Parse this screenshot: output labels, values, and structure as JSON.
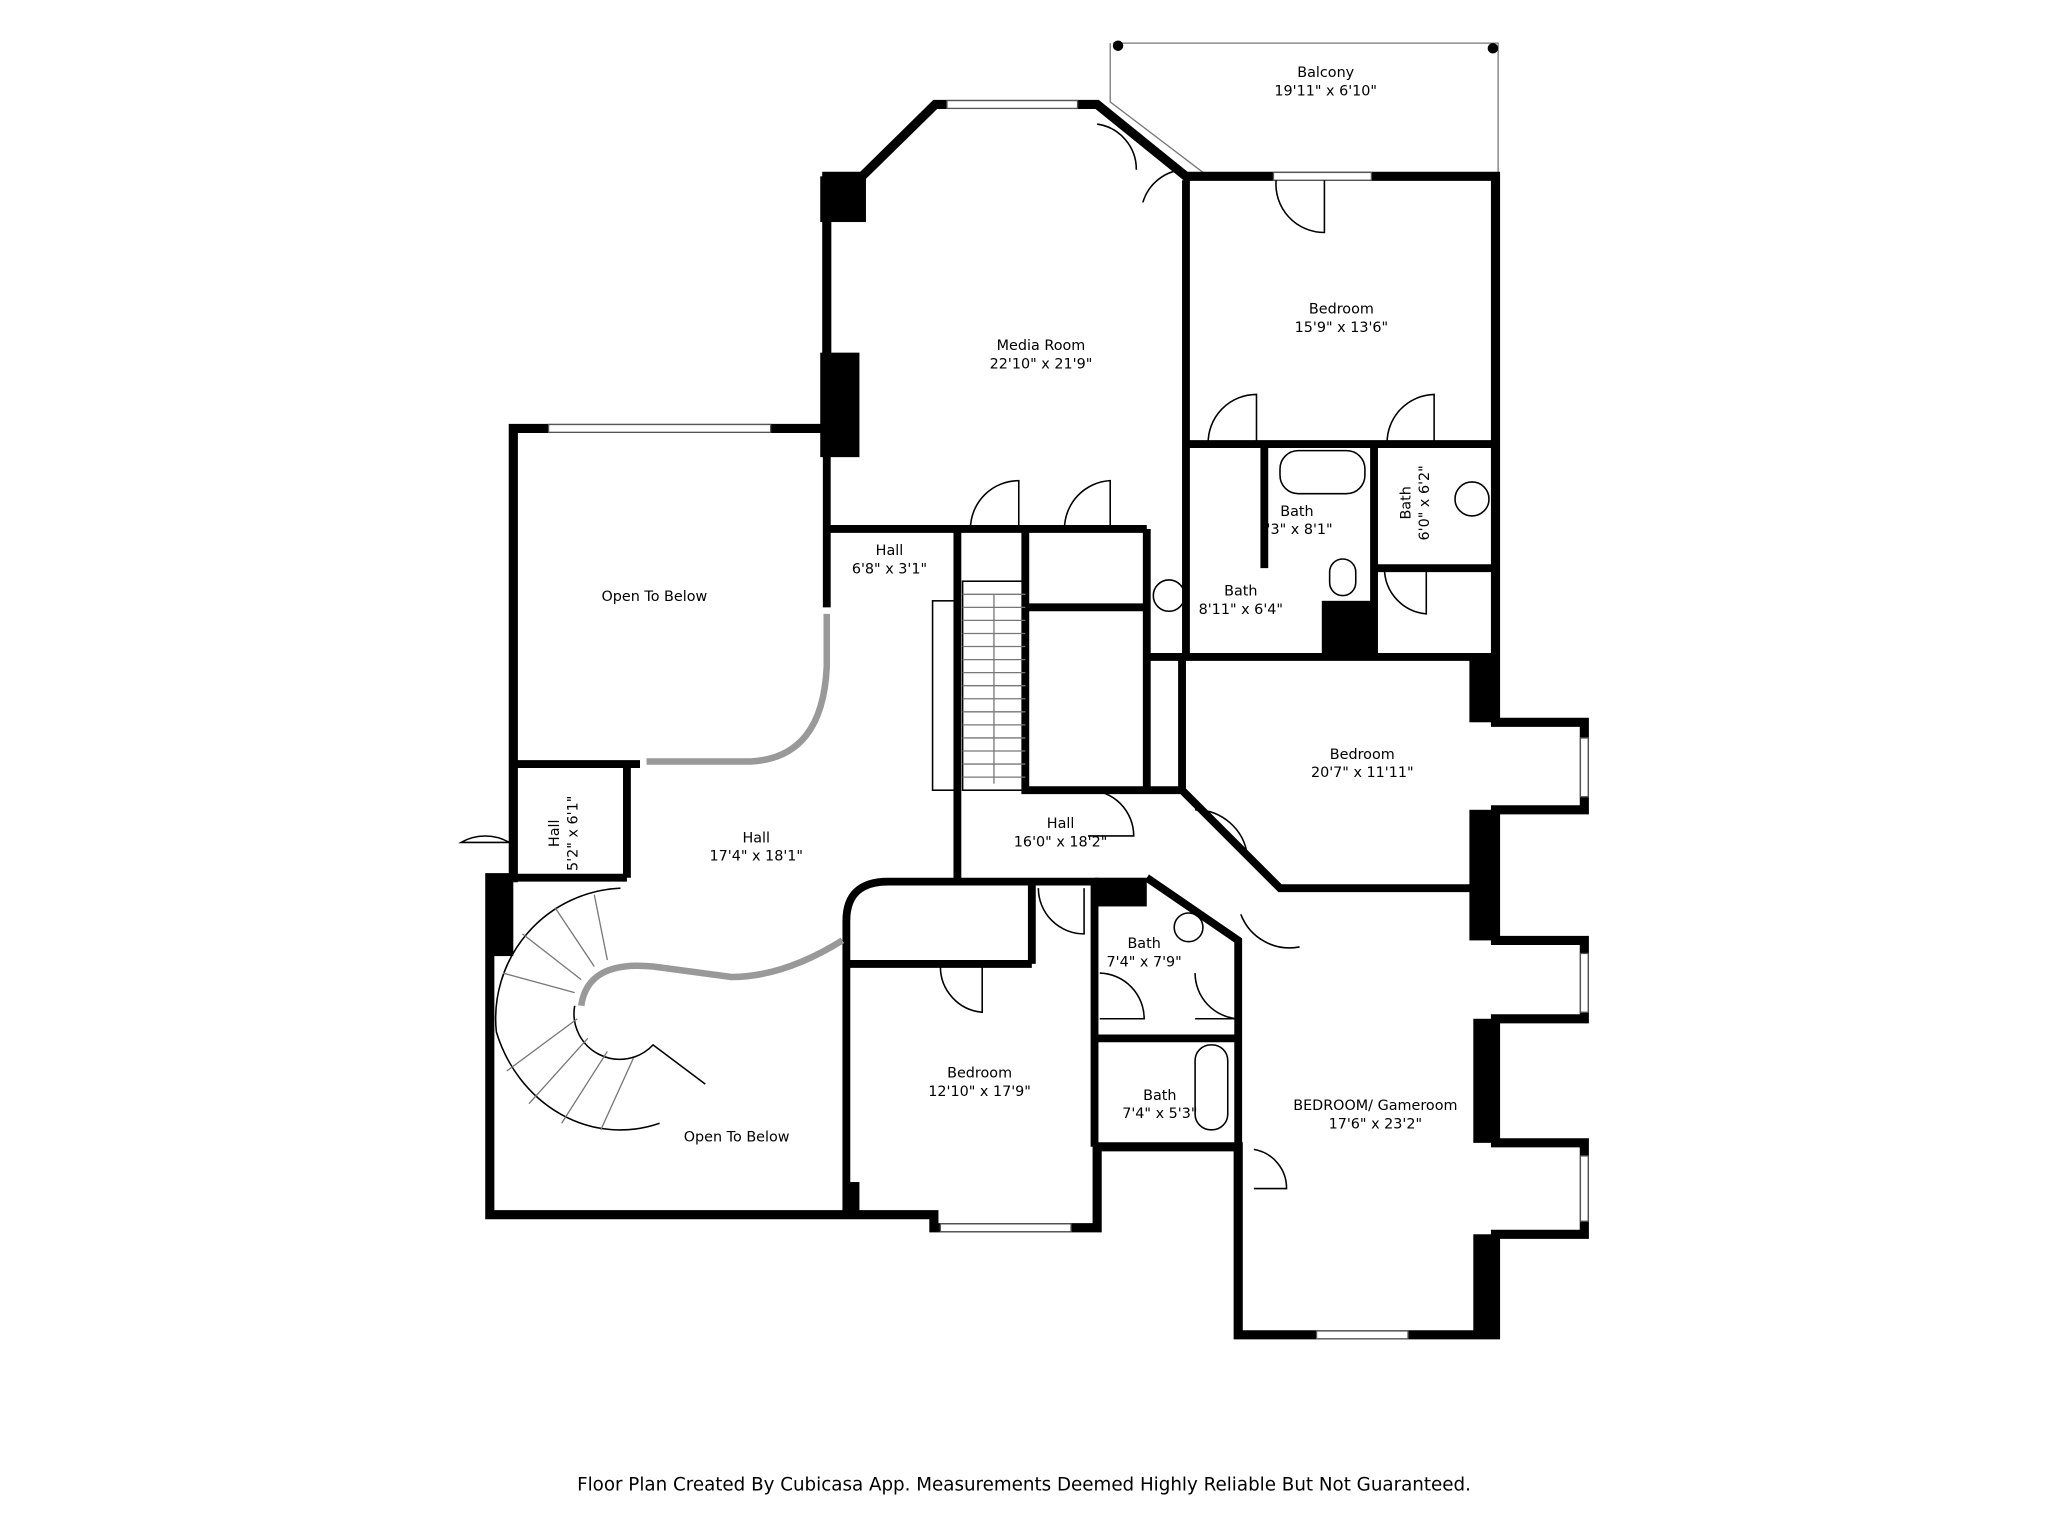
{
  "rooms": {
    "balcony": {
      "name": "Balcony",
      "size": "19'11\" x 6'10\""
    },
    "media_room": {
      "name": "Media Room",
      "size": "22'10\" x 21'9\""
    },
    "bedroom_ne": {
      "name": "Bedroom",
      "size": "15'9\" x 13'6\""
    },
    "bath_a": {
      "name": "Bath",
      "size": "'3\" x 8'1\""
    },
    "bath_b": {
      "name": "Bath",
      "size": "6'0\" x 6'2\""
    },
    "bath_c": {
      "name": "Bath",
      "size": "8'11\" x 6'4\""
    },
    "hall_small": {
      "name": "Hall",
      "size": "6'8\" x 3'1\""
    },
    "open_below_1": {
      "name": "Open To Below"
    },
    "bedroom_e": {
      "name": "Bedroom",
      "size": "20'7\" x 11'11\""
    },
    "hall_main": {
      "name": "Hall",
      "size": "17'4\" x 18'1\""
    },
    "hall_center": {
      "name": "Hall",
      "size": "16'0\" x 18'2\""
    },
    "hall_west": {
      "name": "Hall",
      "size": "5'2\" x 6'1\""
    },
    "bath_d": {
      "name": "Bath",
      "size": "7'4\" x 7'9\""
    },
    "bath_e": {
      "name": "Bath",
      "size": "7'4\" x 5'3\""
    },
    "bedroom_s": {
      "name": "Bedroom",
      "size": "12'10\" x 17'9\""
    },
    "gameroom": {
      "name": "BEDROOM/ Gameroom",
      "size": "17'6\" x 23'2\""
    },
    "open_below_2": {
      "name": "Open To Below"
    }
  },
  "footer": "Floor Plan Created By Cubicasa App. Measurements Deemed Highly Reliable But Not Guaranteed."
}
